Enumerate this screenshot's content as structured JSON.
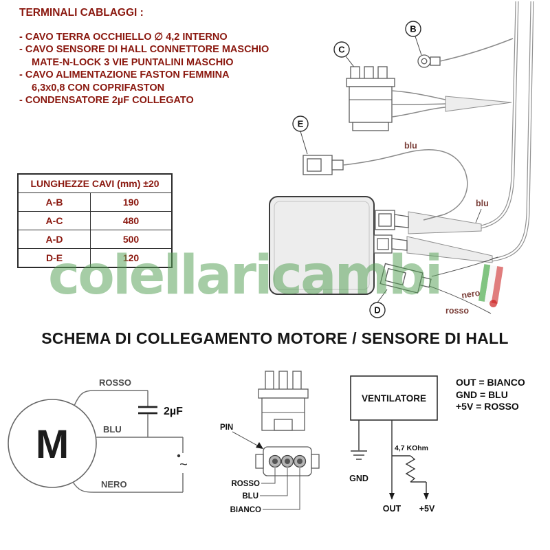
{
  "terminali": {
    "title": "TERMINALI CABLAGGI :",
    "lines": [
      "- CAVO TERRA OCCHIELLO ∅ 4,2 INTERNO",
      "- CAVO SENSORE DI HALL CONNETTORE MASCHIO",
      "MATE-N-LOCK 3 VIE PUNTALINI MASCHIO",
      "- CAVO ALIMENTAZIONE FASTON FEMMINA",
      "6,3x0,8 CON COPRIFASTON",
      "- CONDENSATORE 2µF COLLEGATO"
    ]
  },
  "cable_table": {
    "title": "LUNGHEZZE CAVI (mm) ±20",
    "rows": [
      {
        "label": "A-B",
        "value": "190"
      },
      {
        "label": "A-C",
        "value": "480"
      },
      {
        "label": "A-D",
        "value": "500"
      },
      {
        "label": "D-E",
        "value": "120"
      }
    ]
  },
  "harness": {
    "points": {
      "b": "B",
      "c": "C",
      "e": "E",
      "d": "D"
    },
    "labels": {
      "blu_top": "blu",
      "blu_right": "blu",
      "nero": "nero",
      "rosso": "rosso"
    }
  },
  "watermark": {
    "text": "colellaricambi"
  },
  "heading": "SCHEMA DI COLLEGAMENTO MOTORE / SENSORE DI HALL",
  "motor": {
    "letter": "M",
    "rosso": "ROSSO",
    "blu": "BLU",
    "nero": "NERO",
    "capacitor": "2µF",
    "ac": "~"
  },
  "connector": {
    "pin": "PIN",
    "rosso": "ROSSO",
    "blu": "BLU",
    "bianco": "BIANCO"
  },
  "fan": {
    "title": "VENTILATORE",
    "gnd": "GND",
    "resistor": "4,7 KOhm",
    "out": "OUT",
    "plus5v": "+5V"
  },
  "legend": {
    "lines": [
      "OUT = BIANCO",
      "GND = BLU",
      "+5V = ROSSO"
    ]
  }
}
